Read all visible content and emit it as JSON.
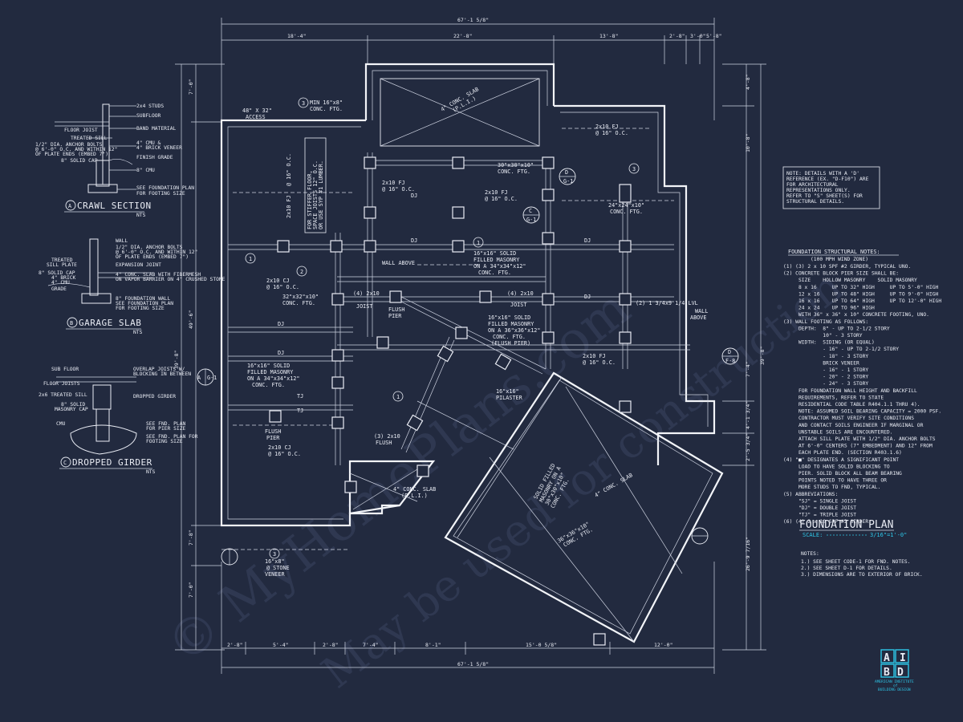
{
  "overall_dims": {
    "top": "67'-1 5/8\"",
    "bottom": "67'-1 5/8\""
  },
  "top_dims": [
    "18'-4\"",
    "22'-8\"",
    "13'-8\"",
    "2'-8\"",
    "3'-0\"",
    "5'-8\""
  ],
  "bottom_dims": [
    "2'-8\"",
    "5'-4\"",
    "2'-8\"",
    "7'-4\"",
    "8'-1\"",
    "15'-0 5/8\"",
    "12'-0\""
  ],
  "left_dims": [
    "7'-0\"",
    "49'-6\"",
    "39'-8\"",
    "7'-8\"",
    "7'-0\""
  ],
  "right_dims": [
    "4'-8\"",
    "10'-8\"",
    "39'-8\"",
    "7'-4\"",
    "4'-1 3/4\"",
    "2'-5 3/4\"",
    "26'-9 7/16\""
  ],
  "colors": {
    "background": "#222a3f",
    "linework": "#e9ecf4",
    "accent": "#2ec7e8"
  },
  "details": {
    "crawl": {
      "title": "CRAWL SECTION",
      "marker": "A",
      "scale": "NTS",
      "notes": [
        "2x4 STUDS",
        "SUBFLOOR",
        "BAND MATERIAL",
        "FLOOR JOIST",
        "TREATED SILL",
        "1/2\" DIA. ANCHOR BOLTS",
        "@ 6'-0\" O.C. AND WITHIN 12\"",
        "OF PLATE ENDS (EMBED 7\")",
        "8\" SOLID CAP",
        "4\" CMU &",
        "4\" BRICK VENEER",
        "FINISH GRADE",
        "8\" CMU",
        "SEE FOUNDATION PLAN",
        "FOR FOOTING SIZE"
      ]
    },
    "garage": {
      "title": "GARAGE SLAB",
      "marker": "B",
      "scale": "NTS",
      "notes": [
        "WALL",
        "1/2\" DIA. ANCHOR BOLTS",
        "@ 6'-0\" O.C. AND WITHIN 12\"",
        "OF PLATE ENDS (EMBED 7\")",
        "TREATED",
        "SILL PLATE",
        "EXPANSION JOINT",
        "8\" SOLID CAP",
        "4\" BRICK",
        "4\" CMU",
        "4\" CONC. SLAB WITH FIBERMESH",
        "ON VAPOR BARRIER ON 4\" CRUSHED STONE",
        "GRADE",
        "8\" FOUNDATION WALL",
        "SEE FOUNDATION PLAN",
        "FOR FOOTING SIZE"
      ]
    },
    "girder": {
      "title": "DROPPED GIRDER",
      "marker": "C",
      "scale": "NTS",
      "notes": [
        "SUB FLOOR",
        "OVERLAP JOISTS W/",
        "BLOCKING IN BETWEEN",
        "FLOOR JOISTS",
        "2x6 TREATED SILL",
        "DROPPED GIRDER",
        "8\" SOLID",
        "MASONRY CAP",
        "CMU",
        "SEE FND. PLAN",
        "FOR PIER SIZE",
        "SEE FND. PLAN FOR",
        "FOOTING SIZE"
      ]
    }
  },
  "plan_labels": {
    "access": "48\" X 32\"",
    "access2": "ACCESS",
    "minftg1": "MIN 16\"x8\"",
    "minftg2": "CONC. FTG.",
    "stiffer": [
      "FOR STIFFER FLOOR,",
      "SPACE JOISTS 12\" O.C.",
      "OR USE SYP #1 LUMBER."
    ],
    "fj_a": "2x10 FJ",
    "fj_a2": "@ 16\" O.C.",
    "slab": "4\" CONC. SLAB",
    "slab2": "(P.L.I.)",
    "fj_b": "2x10 FJ",
    "fj_b2": "@ 16\" O.C.",
    "ftg30": "30\"x30\"x10\"",
    "ftg30b": "CONC. FTG.",
    "fj_c": "2x10 FJ",
    "fj_c2": "@ 16\" O.C.",
    "fj_d": "2x10 FJ",
    "fj_d2": "@ 16\" O.C.",
    "ftg24": "24\"x24\"x10\"",
    "ftg24b": "CONC. FTG.",
    "dj1": "DJ",
    "dj2": "DJ",
    "dj3": "DJ",
    "dj4": "DJ",
    "dj5": "DJ",
    "dj6": "DJ",
    "wallabove": "WALL ABOVE",
    "solid1": [
      "16\"x16\" SOLID",
      "FILLED MASONRY",
      "ON A 34\"x34\"x12\"",
      "CONC. FTG."
    ],
    "cj1": "2x10 CJ",
    "cj1b": "@ 16\" O.C.",
    "ftg32": "32\"x32\"x10\"",
    "ftg32b": "CONC. FTG.",
    "joist4": "(4) 2x10",
    "joist4b": "JOIST",
    "flushpier": "FLUSH",
    "flushpier2": "PIER",
    "solid2": [
      "16\"x16\" SOLID",
      "FILLED MASONRY",
      "ON A 36\"x36\"x12\"",
      "CONC. FTG.",
      "(FLUSH PIER)"
    ],
    "joist4c": "(4) 2x10",
    "joist4d": "JOIST",
    "lvl": "(2) 1 3/4x9 1/4 LVL",
    "wallabove2": "WALL",
    "wallabove3": "ABOVE",
    "fj_e": "2x10 FJ",
    "fj_e2": "@ 16\" O.C.",
    "solid3": [
      "16\"x16\" SOLID",
      "FILLED MASONRY",
      "ON A 34\"x34\"x12\"",
      "CONC. FTG."
    ],
    "tj1": "TJ",
    "tj2": "TJ",
    "flush2": "FLUSH",
    "flush2b": "PIER",
    "cj2": "2x10 CJ",
    "cj2b": "@ 16\" O.C.",
    "pilaster": "16\"x16\"",
    "pilaster2": "PILASTER",
    "flush3": "(3) 2x10",
    "flush3b": "FLUSH",
    "slab3": "4\" CONC. SLAB",
    "slab3b": "(P.L.I.)",
    "solid4": [
      "SOLID FILLED",
      "MASONRY ON A",
      "30\"x30\"x10\"",
      "CONC. FTG."
    ],
    "slab4": "4\" CONC. SLAB",
    "ftg36": "36\"x36\"x10\"",
    "ftg36b": "CONC. FTG.",
    "veneer": [
      "16\"x8\"",
      "@ STONE",
      "VENEER"
    ],
    "marker_a": "A",
    "marker_a2": "G-1",
    "marker_d": "D",
    "marker_d2": "F-8",
    "marker_g": "C",
    "marker_g2": "G-1"
  },
  "note_box": [
    "NOTE: DETAILS WITH A 'D'",
    "REFERENCE (EX. \"D-F10\") ARE",
    "FOR ARCHITECTURAL",
    "REPRESENTATIONS ONLY.",
    "REFER TO \"S\" SHEET(S) FOR",
    "STRUCTURAL DETAILS."
  ],
  "structural_notes": {
    "title": "FOUNDATION STRUCTURAL NOTES:",
    "subtitle": "(100 MPH WIND ZONE)",
    "lines": [
      "(1) (3) 2 x 10 SPF #2 GIRDER, TYPICAL UNO.",
      "(2) CONCRETE BLOCK PIER SIZE SHALL BE:",
      "     SIZE    HOLLOW MASONRY    SOLID MASONRY",
      "     8 x 16     UP TO 32\" HIGH     UP TO 5'-0\" HIGH",
      "     12 x 16    UP TO 48\" HIGH     UP TO 9'-0\" HIGH",
      "     16 x 16    UP TO 64\" HIGH     UP TO 12'-0\" HIGH",
      "     24 x 24    UP TO 96\" HIGH",
      "     WITH 36\" x 36\" x 10\" CONCRETE FOOTING, UNO.",
      "(3) WALL FOOTING AS FOLLOWS:",
      "     DEPTH:  8\" - UP TO 2-1/2 STORY",
      "             10\" - 3 STORY",
      "     WIDTH:  SIDING (OR EQUAL)",
      "             - 16\" - UP TO 2-1/2 STORY",
      "             - 18\" - 3 STORY",
      "             BRICK VENEER",
      "             - 16\" - 1 STORY",
      "             - 20\" - 2 STORY",
      "             - 24\" - 3 STORY",
      "     FOR FOUNDATION WALL HEIGHT AND BACKFILL",
      "     REQUIREMENTS, REFER TO STATE",
      "     RESIDENTIAL CODE TABLE R404.1.1 THRU 4).",
      "     NOTE: ASSUMED SOIL BEARING CAPACITY = 2000 PSF.",
      "     CONTRACTOR MUST VERIFY SITE CONDITIONS",
      "     AND CONTACT SOILS ENGINEER IF MARGINAL OR",
      "     UNSTABLE SOILS ARE ENCOUNTERED.",
      "     ATTACH SILL PLATE WITH 1/2\" DIA. ANCHOR BOLTS",
      "     AT 6'-0\" CENTERS (7\" EMBEDMENT) AND 12\" FROM",
      "     EACH PLATE END. (SECTION R403.1.6)",
      "(4) \"■\" DESIGNATES A SIGNIFICANT POINT",
      "     LOAD TO HAVE SOLID BLOCKING TO",
      "     PIER. SOLID BLOCK ALL BEAM BEARING",
      "     POINTS NOTED TO HAVE THREE OR",
      "     MORE STUDS TO FND, TYPICAL.",
      "(5) ABBREVIATIONS:",
      "     \"SJ\" = SINGLE JOIST",
      "     \"DJ\" = DOUBLE JOIST",
      "     \"TJ\" = TRIPLE JOIST",
      "(6) (4) 2 x 10 SPF #2 GIRDER."
    ]
  },
  "plan_title": {
    "title": "FOUNDATION PLAN",
    "scale_label": "SCALE:",
    "scale_value": "3/16\"=1'-0\""
  },
  "general_notes": {
    "title": "NOTES:",
    "lines": [
      "1.) SEE SHEET CODE-1 FOR FND. NOTES.",
      "2.) SEE SHEET D-1 FOR DETAILS.",
      "3.) DIMENSIONS ARE TO EXTERIOR OF BRICK."
    ]
  },
  "logo": {
    "letters": [
      "A",
      "I",
      "B",
      "D"
    ],
    "line1": "AMERICAN INSTITUTE",
    "line2": "of",
    "line3": "BUILDING DESIGN"
  }
}
